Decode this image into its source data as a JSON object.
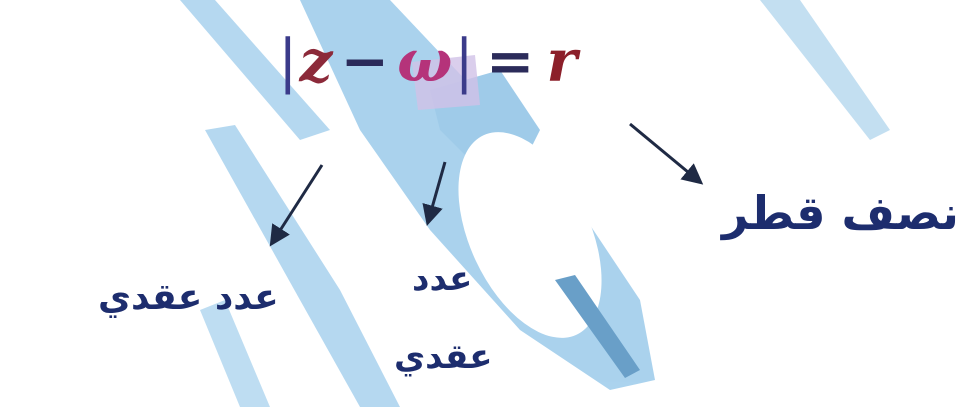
{
  "formula": {
    "bar_left": "|",
    "z": "z",
    "minus": "−",
    "omega": "ω",
    "bar_right": "|",
    "equals": "=",
    "r": "r"
  },
  "labels": {
    "radius": "نصف قطر",
    "complex_number_z": "عدد عقدي",
    "complex_number_w_line1": "عدد",
    "complex_number_w_line2": "عقدي"
  },
  "colors": {
    "background_streak": "#8fc3e6",
    "background_streak_dark": "#5aa3d4",
    "arrow": "#1f2a44",
    "label_text": "#1d2d6e"
  }
}
